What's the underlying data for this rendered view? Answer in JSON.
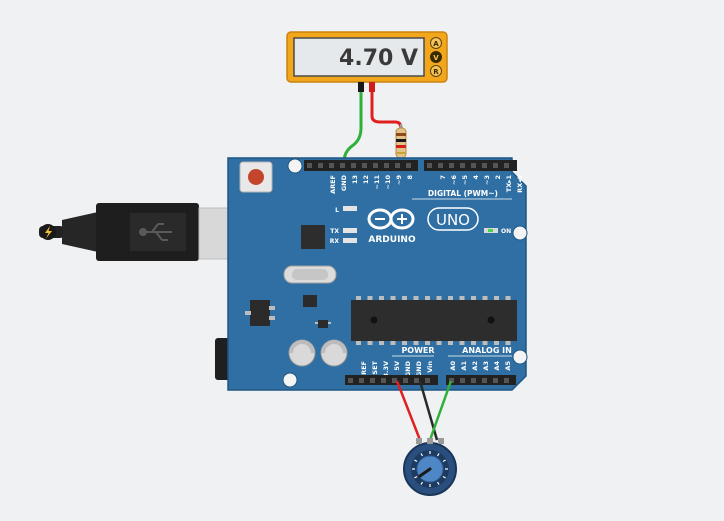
{
  "multimeter": {
    "reading": "4.70 V",
    "modes": [
      "A",
      "V",
      "R"
    ],
    "selected_mode": "V"
  },
  "arduino": {
    "brand": "ARDUINO",
    "model": "UNO",
    "digital_label": "DIGITAL (PWM~)",
    "digital_pins_left": [
      "AREF",
      "GND",
      "13",
      "12",
      "~11",
      "~10",
      "~9",
      "8"
    ],
    "digital_pins_right": [
      "7",
      "~6",
      "~5",
      "4",
      "~3",
      "2",
      "TX▸1",
      "RX◂0"
    ],
    "led_l": "L",
    "led_tx": "TX",
    "led_rx": "RX",
    "on_label": "ON",
    "power_label": "POWER",
    "analog_label": "ANALOG IN",
    "power_pins": [
      "IOREF",
      "RESET",
      "3.3V",
      "5V",
      "GND",
      "GND",
      "Vin"
    ],
    "analog_pins": [
      "A0",
      "A1",
      "A2",
      "A3",
      "A4",
      "A5"
    ]
  },
  "colors": {
    "board": "#2f6fa3",
    "board_edge": "#1f5683",
    "meter_frame": "#f1a61b",
    "wire_red": "#e02020",
    "wire_green": "#2fb039",
    "wire_black": "#2a2a2a",
    "pot_body": "#2a4f7e",
    "background": "#f0f1f2"
  },
  "icons": {
    "usb": "usb-icon",
    "lightning": "lightning-icon"
  }
}
